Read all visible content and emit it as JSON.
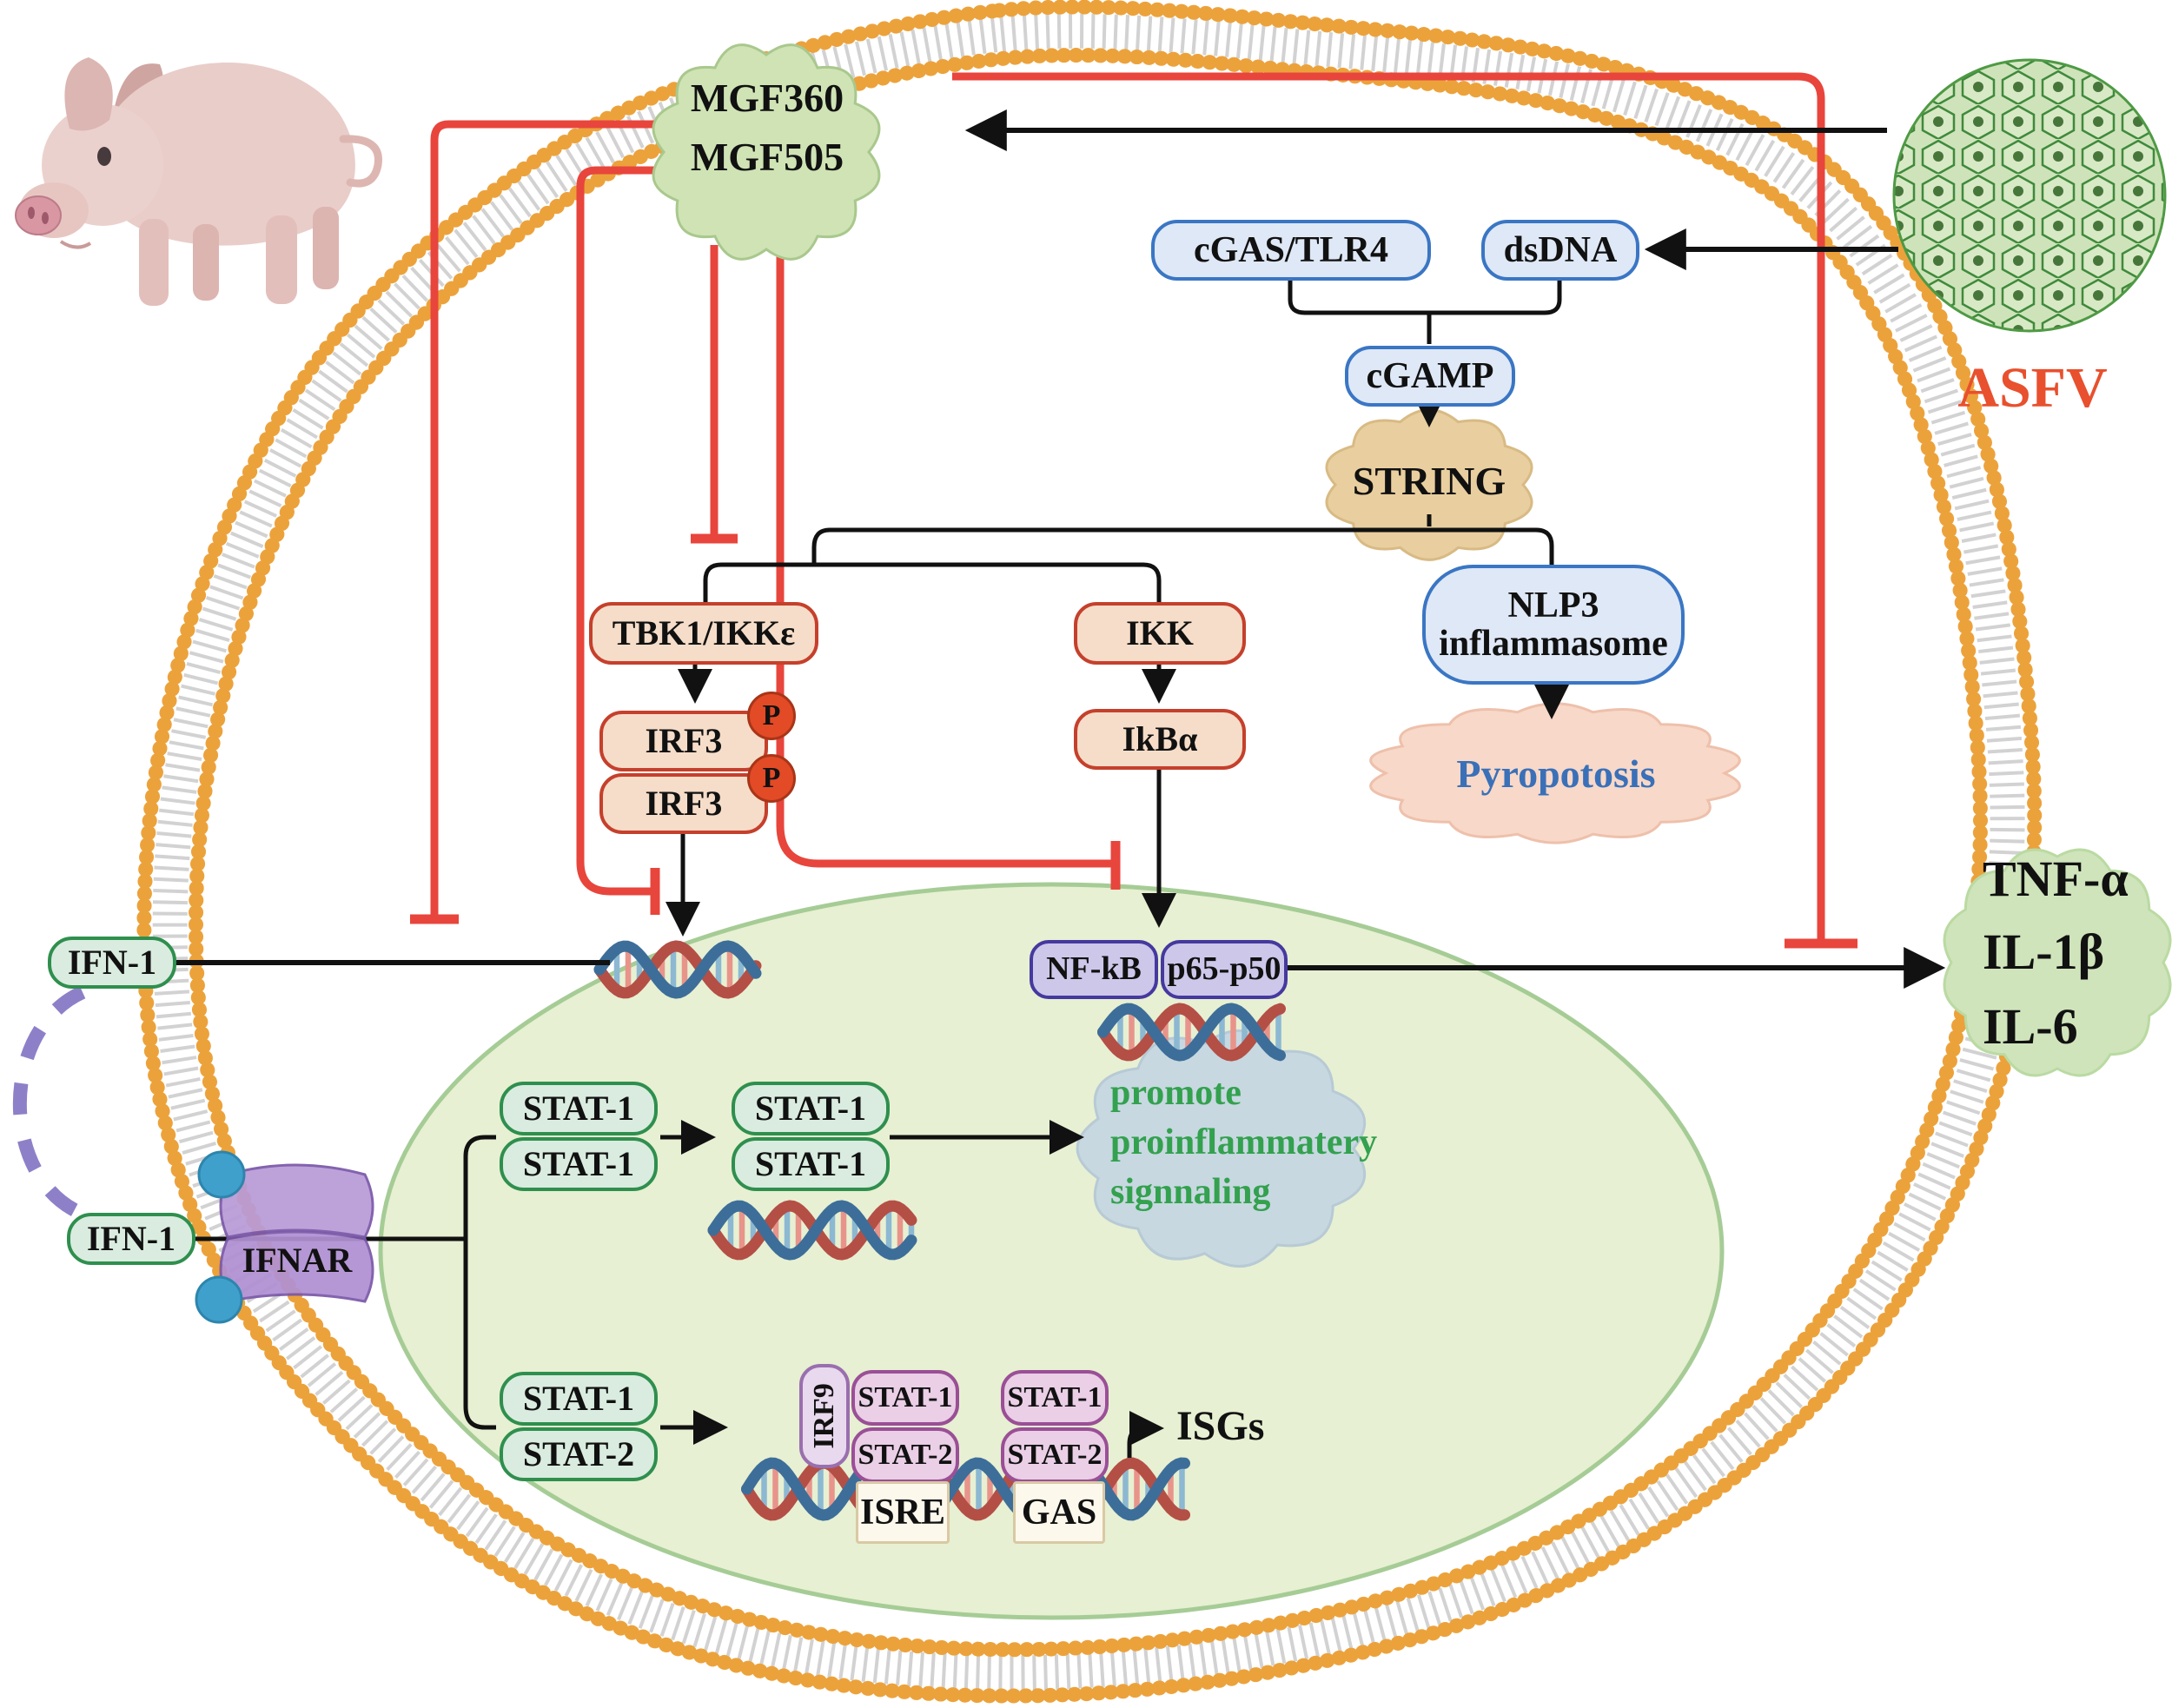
{
  "virus": {
    "label": "ASFV"
  },
  "mgf": {
    "line1": "MGF360",
    "line2": "MGF505"
  },
  "sensing": {
    "cgas_tlr4": "cGAS/TLR4",
    "dsdna": "dsDNA",
    "cgamp": "cGAMP",
    "sting": "STRING"
  },
  "inflammasome": {
    "name_line1": "NLP3",
    "name_line2": "inflammasome",
    "outcome": "Pyropotosis"
  },
  "irf_axis": {
    "tbk1_ikke": "TBK1/IKKε",
    "irf3": "IRF3",
    "phospho": "P"
  },
  "nfkb_axis": {
    "ikk": "IKK",
    "ikba": "IkBα",
    "nfkb": "NF-kB",
    "p65_p50": "p65-p50"
  },
  "nucleus_note": {
    "line1": "promote",
    "line2": "proinflammatery",
    "line3": "signnaling"
  },
  "jak_stat": {
    "stat1": "STAT-1",
    "stat2": "STAT-2",
    "irf9": "IRF9",
    "isre": "ISRE",
    "gas": "GAS",
    "isgs": "ISGs"
  },
  "interferon": {
    "ifn1": "IFN-1",
    "receptor": "IFNAR"
  },
  "cytokines": [
    "TNF-α",
    "IL-1β",
    "IL-6"
  ],
  "colors": {
    "inhibition": "#e8453c",
    "activation": "#111111",
    "asfv_label": "#e8502e",
    "pyroptosis_text": "#3a70b8",
    "promote_text": "#33a14e",
    "membrane_bead": "#eca23b",
    "nucleus_fill": "#e7f0d2"
  }
}
